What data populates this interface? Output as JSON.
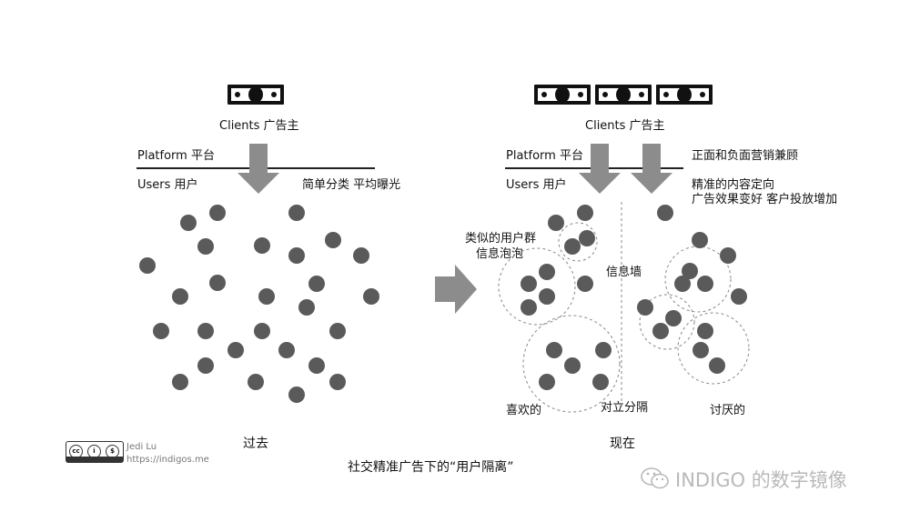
{
  "left": {
    "clients_label": "Clients 广告主",
    "platform_label": "Platform 平台",
    "users_label": "Users 用户",
    "note": "简单分类 平均曝光",
    "bottom_label": "过去"
  },
  "right": {
    "clients_label": "Clients 广告主",
    "platform_label": "Platform 平台",
    "users_label": "Users 用户",
    "note_1": "正面和负面营销兼顾",
    "note_2": "精准的内容定向",
    "note_3": "广告效果变好 客户投放增加",
    "group_label_1": "类似的用户群",
    "group_label_2": "信息泡泡",
    "wall_label": "信息墙",
    "like_label": "喜欢的",
    "opposed_label": "对立分隔",
    "dislike_label": "讨厌的",
    "bottom_label": "现在"
  },
  "caption": "社交精准广告下的“用户隔离”",
  "credit": {
    "author": "Jedi Lu",
    "url": "https://indigos.me",
    "license_labels": [
      "cc",
      "BY",
      "NC"
    ]
  },
  "watermark": "INDIGO 的数字镜像",
  "colors": {
    "dot": "#5a5a5a",
    "arrow": "#8c8c8c",
    "dashed": "#888888"
  },
  "icons": [
    "money-bill-icon",
    "down-arrow-icon",
    "right-arrow-icon",
    "creative-commons-icon",
    "wechat-icon"
  ]
}
